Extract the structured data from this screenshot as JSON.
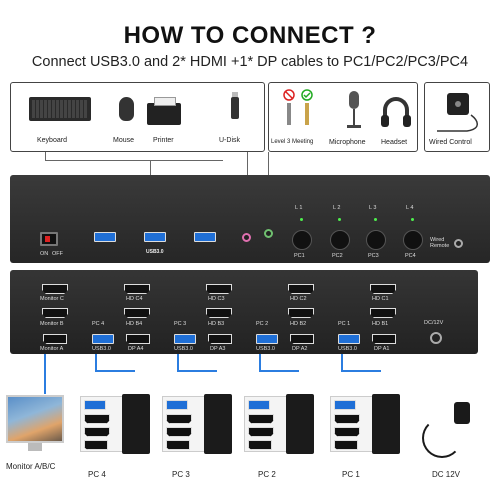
{
  "title": "HOW TO CONNECT ?",
  "subtitle": "Connect USB3.0 and 2* HDMI +1* DP cables to PC1/PC2/PC3/PC4",
  "devices": {
    "keyboard": "Keyboard",
    "mouse": "Mouse",
    "printer": "Printer",
    "udisk": "U-Disk",
    "level3": "Level 3 Meeting",
    "microphone": "Microphone",
    "headset": "Headset",
    "wired": "Wired Control"
  },
  "front": {
    "on": "ON",
    "off": "OFF",
    "usb30": "USB3.0",
    "leds": [
      "L 1",
      "L 2",
      "L 3",
      "L 4"
    ],
    "pcs": [
      "PC1",
      "PC2",
      "PC3",
      "PC4"
    ],
    "wired_remote": "Wired Remote"
  },
  "back": {
    "monitor_c": "Monitor C",
    "monitor_b": "Monitor B",
    "monitor_a": "Monitor A",
    "dc": "DC/12V",
    "groups": [
      {
        "pc": "PC 4",
        "hdc": "HD C4",
        "hdb": "HD B4",
        "usb": "USB3.0",
        "dp": "DP A4"
      },
      {
        "pc": "PC 3",
        "hdc": "HD C3",
        "hdb": "HD B3",
        "usb": "USB3.0",
        "dp": "DP A3"
      },
      {
        "pc": "PC 2",
        "hdc": "HD C2",
        "hdb": "HD B2",
        "usb": "USB3.0",
        "dp": "DP A2"
      },
      {
        "pc": "PC 1",
        "hdc": "HD C1",
        "hdb": "HD B1",
        "usb": "USB3.0",
        "dp": "DP A1"
      }
    ]
  },
  "bottom": {
    "monitor": "Monitor A/B/C",
    "pcs": [
      "PC 4",
      "PC 3",
      "PC 2",
      "PC 1"
    ],
    "dc": "DC 12V"
  },
  "colors": {
    "usb": "#1f6fd6",
    "cable": "#2b7de0",
    "led": "#4ef04e"
  }
}
